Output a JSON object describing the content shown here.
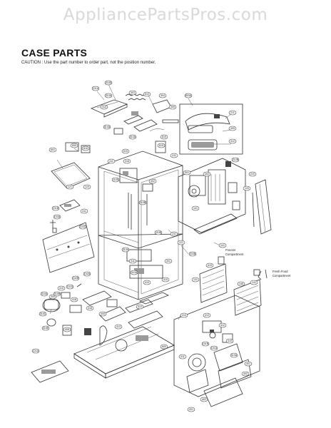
{
  "watermark": "AppliancePartsPros.com",
  "header": {
    "title": "CASE PARTS",
    "caution": "CAUTION : Use the part number to order part, not the position number."
  },
  "labels": {
    "freezer_line1": "Freezer",
    "freezer_line2": "Compartment",
    "fresh_line1": "Fresh Food",
    "fresh_line2": "Compartment"
  },
  "callouts": [
    "101A",
    "315D",
    "303",
    "310A",
    "610",
    "304",
    "603A",
    "410",
    "310A",
    "310A",
    "305",
    "211",
    "409",
    "412",
    "615",
    "615",
    "615",
    "650",
    "616",
    "651",
    "411",
    "316",
    "411",
    "212B",
    "501",
    "402",
    "220",
    "120",
    "402",
    "110D",
    "120",
    "121",
    "310B",
    "101B",
    "411",
    "103A",
    "103C",
    "141",
    "110B",
    "231",
    "121",
    "141",
    "103B",
    "310A",
    "411",
    "301",
    "110A",
    "410",
    "410",
    "419",
    "131",
    "141",
    "148",
    "102B",
    "102A",
    "101D",
    "410",
    "300",
    "315A",
    "315B",
    "315C",
    "315E",
    "418",
    "418",
    "405",
    "406",
    "121A",
    "413",
    "413",
    "600",
    "410",
    "412",
    "412",
    "410",
    "101B",
    "101A",
    "411",
    "310A",
    "401",
    "402",
    "402",
    "401"
  ]
}
